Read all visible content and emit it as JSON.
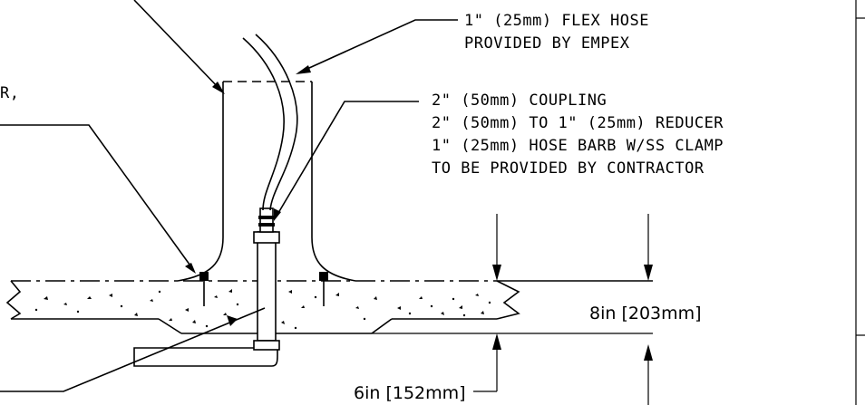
{
  "notes": {
    "flex_hose": [
      "1\" (25mm) FLEX HOSE",
      "PROVIDED BY EMPEX"
    ],
    "coupling": [
      "2\" (50mm) COUPLING",
      "2\" (50mm) TO 1\" (25mm) REDUCER",
      "1\" (25mm) HOSE BARB W/SS CLAMP",
      "TO BE PROVIDED BY CONTRACTOR"
    ],
    "partial_left": "R,"
  },
  "dimensions": {
    "slab_thickness": "8in [203mm]",
    "depression_depth": "6in [152mm]"
  }
}
